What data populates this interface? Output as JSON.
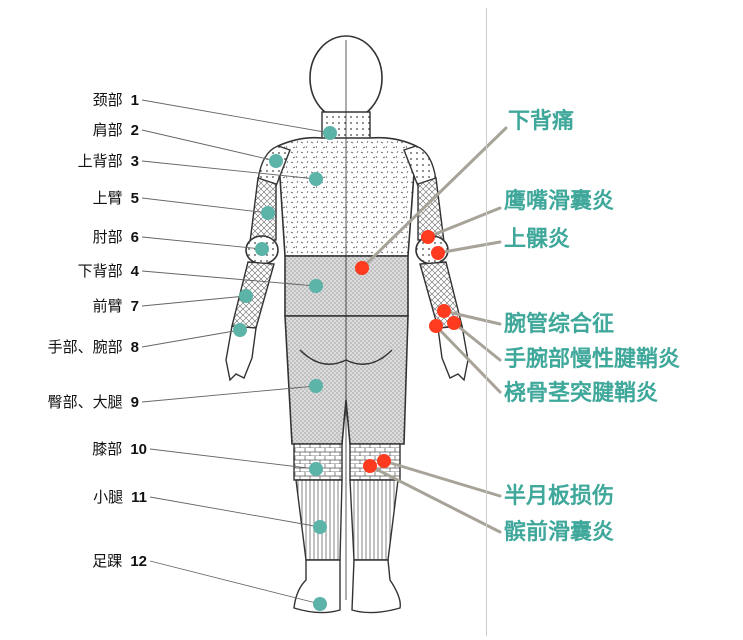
{
  "colors": {
    "region_dot": "#5cb3a8",
    "injury_dot": "#ff3b1f",
    "diagnosis_text": "#3fa89b",
    "leader_gray": "#a8a398"
  },
  "regions": [
    {
      "name": "颈部",
      "number": "1"
    },
    {
      "name": "肩部",
      "number": "2"
    },
    {
      "name": "上背部",
      "number": "3"
    },
    {
      "name": "上臂",
      "number": "5"
    },
    {
      "name": "肘部",
      "number": "6"
    },
    {
      "name": "下背部",
      "number": "4"
    },
    {
      "name": "前臂",
      "number": "7"
    },
    {
      "name": "手部、腕部",
      "number": "8"
    },
    {
      "name": "臀部、大腿",
      "number": "9"
    },
    {
      "name": "膝部",
      "number": "10"
    },
    {
      "name": "小腿",
      "number": "11"
    },
    {
      "name": "足踝",
      "number": "12"
    }
  ],
  "diagnoses": [
    {
      "label": "下背痛"
    },
    {
      "label": "鹰嘴滑囊炎"
    },
    {
      "label": "上髁炎"
    },
    {
      "label": "腕管综合征"
    },
    {
      "label": "手腕部慢性腱鞘炎"
    },
    {
      "label": "桡骨茎突腱鞘炎"
    },
    {
      "label": "半月板损伤"
    },
    {
      "label": "髌前滑囊炎"
    }
  ]
}
